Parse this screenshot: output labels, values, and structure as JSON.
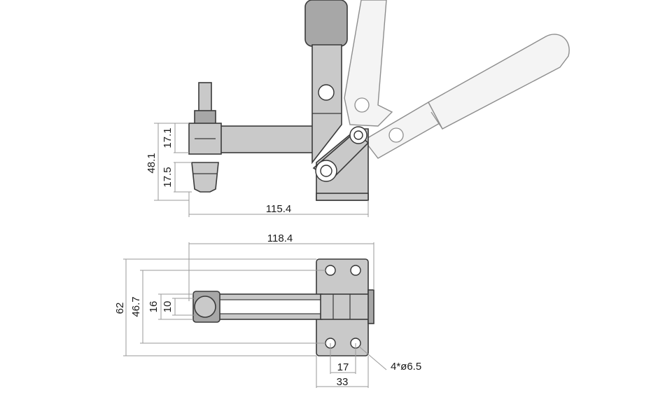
{
  "side_view": {
    "dims": {
      "upper": "17.1",
      "lower": "17.5",
      "total_height": "48.1",
      "length": "115.4"
    }
  },
  "top_view": {
    "dims": {
      "length": "118.4",
      "width": "62",
      "hole_span": "46.7",
      "bar_outer": "16",
      "bar_inner": "10",
      "hole_pitch": "17",
      "base_width": "33",
      "hole_callout": "4*ø6.5"
    }
  },
  "colors": {
    "part_fill": "#c9c9c9",
    "part_dark": "#a7a7a7",
    "outline": "#3a3a3a",
    "ghost_fill": "#f4f4f4",
    "dimension_line": "#9a9a9a"
  }
}
